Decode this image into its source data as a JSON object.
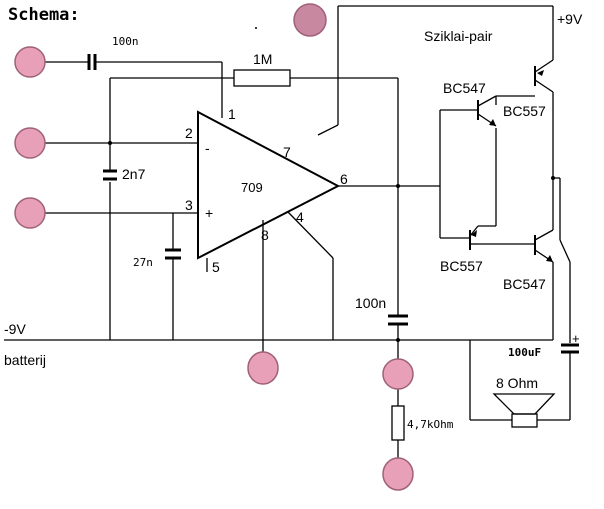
{
  "labels": {
    "title": "Schema:",
    "sziklai": "Sziklai-pair",
    "plus9v": "+9V",
    "minus9v": "-9V",
    "batterij": "batterij"
  },
  "opamp": {
    "name": "709",
    "minus": "-",
    "plus": "+",
    "pin1": "1",
    "pin2": "2",
    "pin3": "3",
    "pin4": "4",
    "pin5": "5",
    "pin6": "6",
    "pin7": "7",
    "pin8": "8"
  },
  "components": {
    "c_in": "100n",
    "r_fb": "1M",
    "c_2n7": "2n7",
    "c_27n": "27n",
    "c_out": "100n",
    "r_4k7": "4,7kOhm",
    "c_100uf": "100uF",
    "c_100uf_plus": "+",
    "speaker": "8 Ohm"
  },
  "transistors": {
    "q1": "BC547",
    "q2": "BC557",
    "q3": "BC557",
    "q4": "BC547"
  },
  "colors": {
    "pad_fill": "#e8a0b8",
    "pad_top_fill": "#c888a0",
    "wire": "#000000",
    "background": "#ffffff"
  }
}
